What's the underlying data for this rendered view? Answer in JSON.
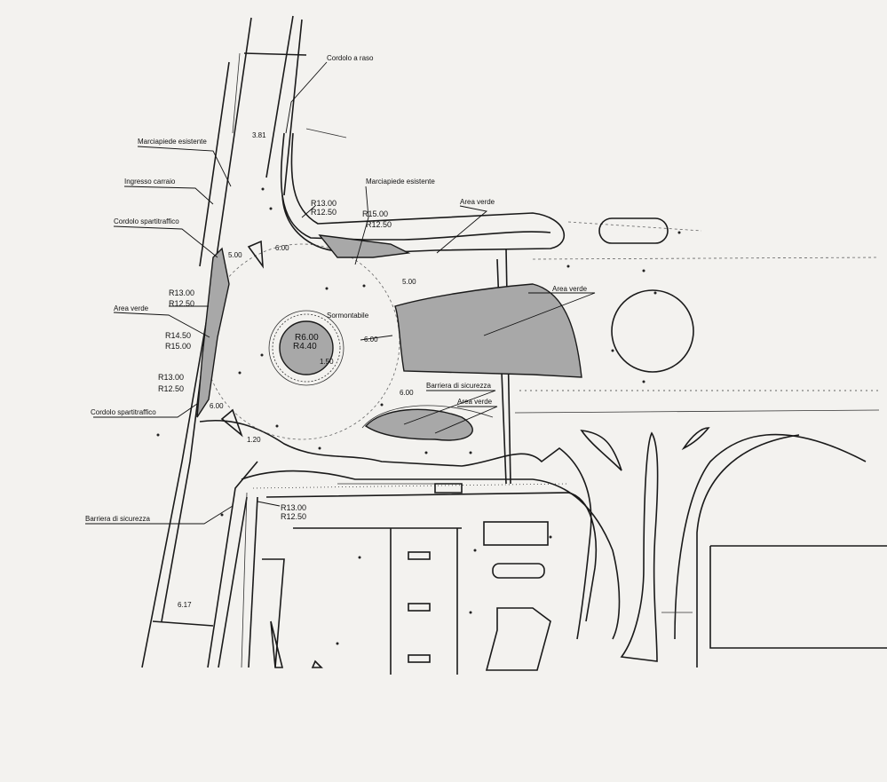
{
  "labels": {
    "cordolo_raso": "Cordolo a raso",
    "marciapiede_esistente": "Marciapiede esistente",
    "ingresso_carraio": "Ingresso carraio",
    "cordolo_spartitraffico_top": "Cordolo spartitraffico",
    "area_verde_left": "Area verde",
    "cordolo_spartitraffico_bottom": "Cordolo spartitraffico",
    "barriera_sicurezza_left": "Barriera di sicurezza",
    "marciapiede_esistente_top": "Marciapiede esistente",
    "area_verde_top": "Area verde",
    "area_verde_right": "Area verde",
    "sormontabile": "Sormontabile",
    "barriera_sicurezza_center": "Barriera di sicurezza",
    "area_verde_small": "Area verde"
  },
  "dimensions": {
    "d_3_81": "3.81",
    "r13_top_a": "R13.00",
    "r12_50_top_a": "R12.50",
    "r15_top": "R15.00",
    "r12_50_top_b": "R12.50",
    "d_6_00_top": "6.00",
    "d_5_00_left": "5.00",
    "r13_left": "R13.00",
    "r12_50_left": "R12.50",
    "r14_50": "R14.50",
    "r15_left": "R15.00",
    "r13_left_b": "R13.00",
    "r12_50_left_b": "R12.50",
    "d_6_00_left": "6.00",
    "r6_00": "R6.00",
    "r4_40": "R4.40",
    "d_1_50": "1.50",
    "d_6_00_center": "6.00",
    "d_5_00_center": "5.00",
    "d_6_00_mid": "6.00",
    "r13_bottom": "R13.00",
    "r12_50_bottom": "R12.50",
    "d_6_17": "6.17",
    "d_1_20": "1.20"
  },
  "colors": {
    "paper": "#f3f2ef",
    "ink": "#1a1a1a",
    "green_area": "#a8a8a8"
  }
}
